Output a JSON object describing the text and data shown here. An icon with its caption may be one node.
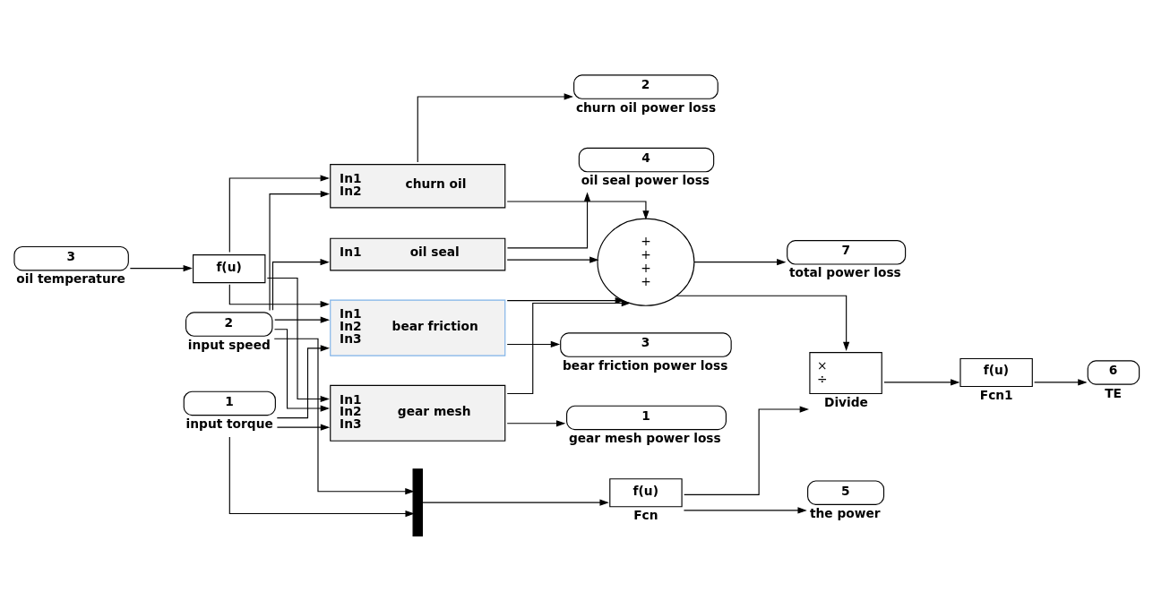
{
  "diagram": {
    "nodes": [
      {
        "text": [
          "1"
        ],
        "beside": [
          "input torque"
        ]
      },
      {
        "text": [
          "2"
        ],
        "beside": [
          "input speed"
        ]
      },
      {
        "text": [
          "3"
        ],
        "beside": [
          "oil temperature"
        ]
      },
      {
        "text": [
          "f(u)"
        ]
      },
      {
        "text": [
          "In1",
          "In2",
          "In3",
          "gear mesh"
        ]
      },
      {
        "text": [
          "In1",
          "In2",
          "churn oil"
        ]
      },
      {
        "text": [
          "In1",
          "In2",
          "In3",
          "bear friction"
        ]
      },
      {
        "text": [
          "In1",
          "oil seal"
        ]
      },
      {
        "text": [],
        "shape": "bar"
      },
      {
        "text": [
          "f(u)"
        ],
        "beside": [
          "Fcn"
        ]
      },
      {
        "text": [
          "1"
        ],
        "beside": [
          "gear mesh power loss"
        ]
      },
      {
        "text": [
          "2"
        ],
        "beside": [
          "churn oil power loss"
        ]
      },
      {
        "text": [
          "3"
        ],
        "beside": [
          "bear friction power loss"
        ]
      },
      {
        "text": [
          "4"
        ],
        "beside": [
          "oil seal power loss"
        ]
      },
      {
        "text": [
          "5"
        ],
        "beside": [
          "the power"
        ]
      },
      {
        "text": [
          "+",
          "+",
          "+",
          "+"
        ]
      },
      {
        "text": [
          "7"
        ],
        "beside": [
          "total power loss"
        ]
      },
      {
        "text": [
          "×",
          "÷"
        ],
        "beside": [
          "Divide"
        ]
      },
      {
        "text": [
          "f(u)"
        ],
        "beside": [
          "Fcn1"
        ]
      },
      {
        "text": [
          "6"
        ],
        "beside": [
          "TE"
        ]
      }
    ],
    "edges": [
      {
        "from": 0,
        "to": 4,
        "arrow": "to"
      },
      {
        "from": 0,
        "to": 6,
        "arrow": "to"
      },
      {
        "from": 0,
        "to": 8,
        "arrow": "to"
      },
      {
        "from": 1,
        "to": 4,
        "arrow": "to"
      },
      {
        "from": 1,
        "to": 5,
        "arrow": "to"
      },
      {
        "from": 1,
        "to": 6,
        "arrow": "to"
      },
      {
        "from": 1,
        "to": 7,
        "arrow": "to"
      },
      {
        "from": 1,
        "to": 8,
        "arrow": "to"
      },
      {
        "from": 2,
        "to": 3,
        "arrow": "to"
      },
      {
        "from": 3,
        "to": 4,
        "arrow": "to"
      },
      {
        "from": 3,
        "to": 5,
        "arrow": "to"
      },
      {
        "from": 3,
        "to": 6,
        "arrow": "to"
      },
      {
        "from": 4,
        "to": 10,
        "arrow": "to"
      },
      {
        "from": 4,
        "to": 15,
        "arrow": "to"
      },
      {
        "from": 5,
        "to": 11,
        "arrow": "to"
      },
      {
        "from": 5,
        "to": 15,
        "arrow": "to"
      },
      {
        "from": 6,
        "to": 12,
        "arrow": "to"
      },
      {
        "from": 6,
        "to": 15,
        "arrow": "to"
      },
      {
        "from": 7,
        "to": 13,
        "arrow": "to"
      },
      {
        "from": 7,
        "to": 15,
        "arrow": "to"
      },
      {
        "from": 8,
        "to": 9,
        "arrow": "to"
      },
      {
        "from": 9,
        "to": 14,
        "arrow": "to"
      },
      {
        "from": 9,
        "to": 17,
        "arrow": "to"
      },
      {
        "from": 15,
        "to": 16,
        "arrow": "to"
      },
      {
        "from": 15,
        "to": 17,
        "arrow": "to"
      },
      {
        "from": 17,
        "to": 18,
        "arrow": "to"
      },
      {
        "from": 18,
        "to": 19,
        "arrow": "to"
      }
    ]
  }
}
